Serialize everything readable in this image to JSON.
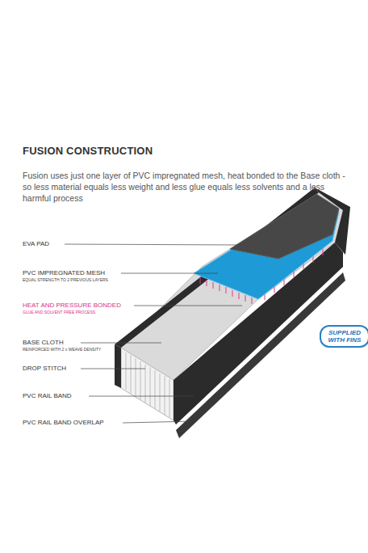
{
  "diagram": {
    "title": "FUSION CONSTRUCTION",
    "caption": "Fusion uses just one layer of PVC impregnated mesh, heat bonded to the Base cloth - so less material equals less weight and less glue equals less solvents and a less harmful process",
    "nodes": [
      {
        "text": [
          "SUPPLIED WITH FINS"
        ]
      }
    ],
    "labels": [
      "EVA PAD",
      "PVC IMPREGNATED MESH",
      "EQUAL STRENGTH TO 2 PREVIOUS LAYERS",
      "HEAT AND PRESSURE BONDED",
      "GLUE AND SOLVENT FREE PROCESS",
      "BASE CLOTH",
      "REINFORCED WITH 2 x WEAVE DENSITY",
      "DROP STITCH",
      "PVC RAIL BAND",
      "PVC RAIL BAND OVERLAP"
    ]
  }
}
